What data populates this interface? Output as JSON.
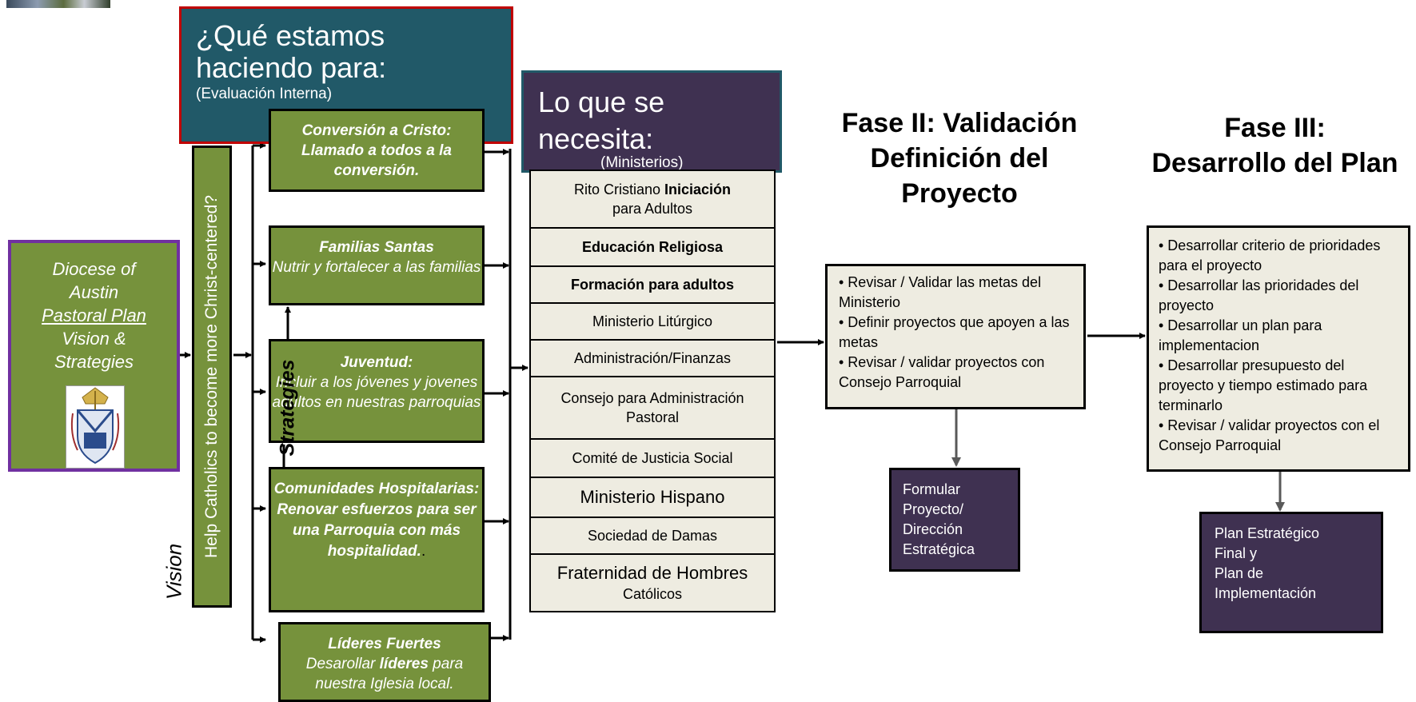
{
  "header_left": {
    "title": "¿Qué estamos haciendo para:",
    "subtitle": "(Evaluación Interna)"
  },
  "header_middle": {
    "title": "Lo que se necesita:",
    "subtitle": "(Ministerios)"
  },
  "diocese": {
    "line1": "Diocese of",
    "line2": "Austin",
    "line3": "Pastoral Plan",
    "line4": "Vision &",
    "line5": "Strategies",
    "crest": "diocese-crest-icon"
  },
  "vision_bar": {
    "text": "Help Catholics  to become more Christ-centered?"
  },
  "labels": {
    "vision": "Vision",
    "strategies": "Strategies"
  },
  "strategies": [
    {
      "title": "Conversión a Cristo:",
      "body": "Llamado a todos a la conversión."
    },
    {
      "title": "Familias Santas",
      "body": "Nutrir y fortalecer a las familias"
    },
    {
      "title": "Juventud:",
      "body": "Incluir a los jóvenes y jovenes adultos en nuestras parroquias"
    },
    {
      "title": "Comunidades Hospitalarias:",
      "body": "Renovar esfuerzos para ser una Parroquia con más hospitalidad.",
      "trail": "."
    },
    {
      "title": "Líderes Fuertes",
      "body_pre": "Desarollar ",
      "body_bold": "líderes",
      "body_post": " para nuestra Iglesia local."
    }
  ],
  "ministries": [
    {
      "pre": "Rito Cristiano ",
      "bold": "Iniciación",
      "post": "para Adultos"
    },
    {
      "bold": "Educación Religiosa"
    },
    {
      "bold": "Formación para adultos"
    },
    {
      "text": "Ministerio Litúrgico"
    },
    {
      "text": "Administración/Finanzas"
    },
    {
      "text": "Consejo para Administración Pastoral"
    },
    {
      "text": "Comité de Justicia Social"
    },
    {
      "text": "Ministerio Hispano"
    },
    {
      "text": "Sociedad de Damas"
    },
    {
      "line1": "Fraternidad de Hombres",
      "line2": "Católicos"
    }
  ],
  "phase2": {
    "title_lines": [
      "Fase II: Validación",
      "Definición del",
      "Proyecto"
    ],
    "bullets": [
      "•  Revisar / Validar las metas  del Ministerio",
      "•  Definir proyectos que apoyen a las metas",
      "•  Revisar / validar proyectos con Consejo Parroquial"
    ],
    "output": "Formular Proyecto/ Dirección Estratégica"
  },
  "phase3": {
    "title_lines": [
      "Fase III:",
      "Desarrollo del Plan"
    ],
    "bullets": [
      "•  Desarrollar criterio de prioridades para el proyecto",
      "•  Desarrollar las prioridades del proyecto",
      "•  Desarrollar un plan para implementacion",
      "•  Desarrollar presupuesto del proyecto y tiempo estimado para terminarlo",
      "•  Revisar / validar proyectos con el Consejo Parroquial"
    ],
    "output_lines": [
      "Plan Estratégico",
      "Final y",
      "Plan de",
      "Implementación"
    ]
  },
  "colors": {
    "green": "#76923c",
    "teal": "#215968",
    "purple": "#3f3151",
    "cream": "#eeece1",
    "red_border": "#c00000",
    "violet_border": "#7030a0"
  }
}
